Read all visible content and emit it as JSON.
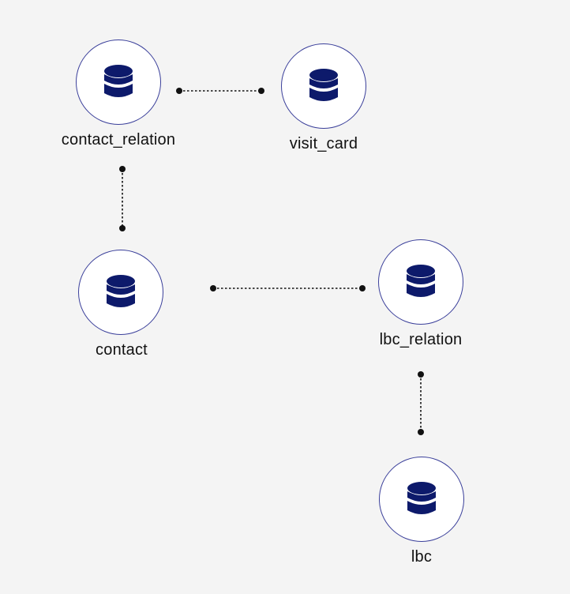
{
  "diagram": {
    "nodes": [
      {
        "id": "contact_relation",
        "label": "contact_relation",
        "icon": "database-icon"
      },
      {
        "id": "visit_card",
        "label": "visit_card",
        "icon": "database-icon"
      },
      {
        "id": "contact",
        "label": "contact",
        "icon": "database-icon"
      },
      {
        "id": "lbc_relation",
        "label": "lbc_relation",
        "icon": "database-icon"
      },
      {
        "id": "lbc",
        "label": "lbc",
        "icon": "database-icon"
      }
    ],
    "edges": [
      {
        "from": "contact_relation",
        "to": "visit_card",
        "style": "dotted"
      },
      {
        "from": "contact_relation",
        "to": "contact",
        "style": "dotted"
      },
      {
        "from": "contact",
        "to": "lbc_relation",
        "style": "dotted"
      },
      {
        "from": "lbc_relation",
        "to": "lbc",
        "style": "dotted"
      }
    ],
    "colors": {
      "background": "#f4f4f4",
      "icon": "#0d1a6b",
      "circle_border": "#3a3f9a",
      "edge": "#111111"
    }
  }
}
